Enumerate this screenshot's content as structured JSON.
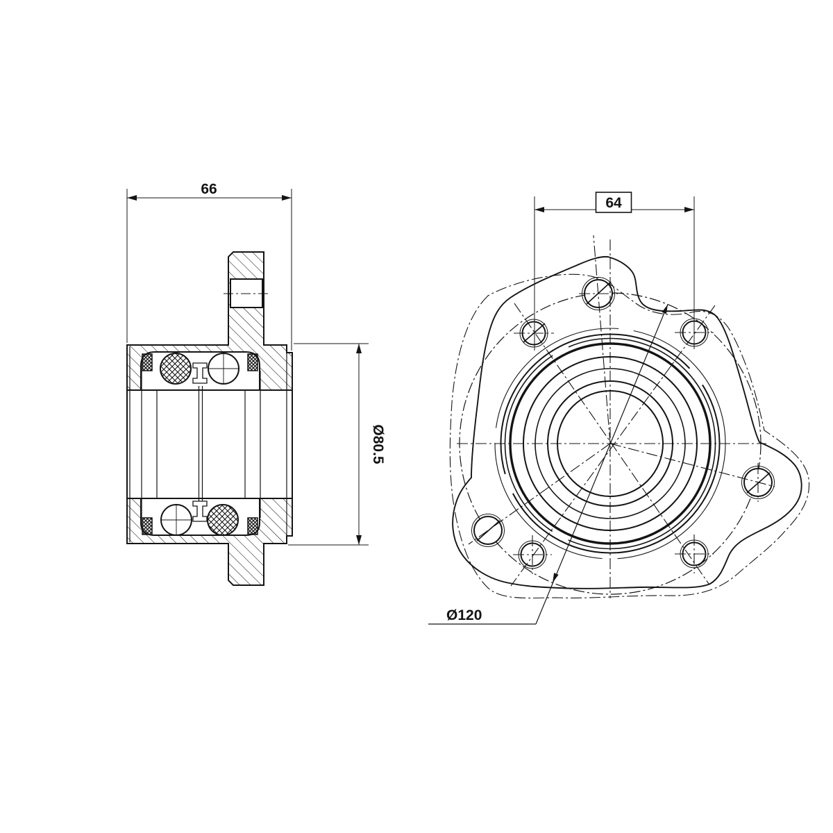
{
  "drawing": {
    "background_color": "#ffffff",
    "line_color": "#141414",
    "dimensions": {
      "overall_width": "66",
      "flange_hole_spacing": "64",
      "outer_diameter": "Ø80.5",
      "bolt_circle_diameter": "Ø120"
    }
  }
}
